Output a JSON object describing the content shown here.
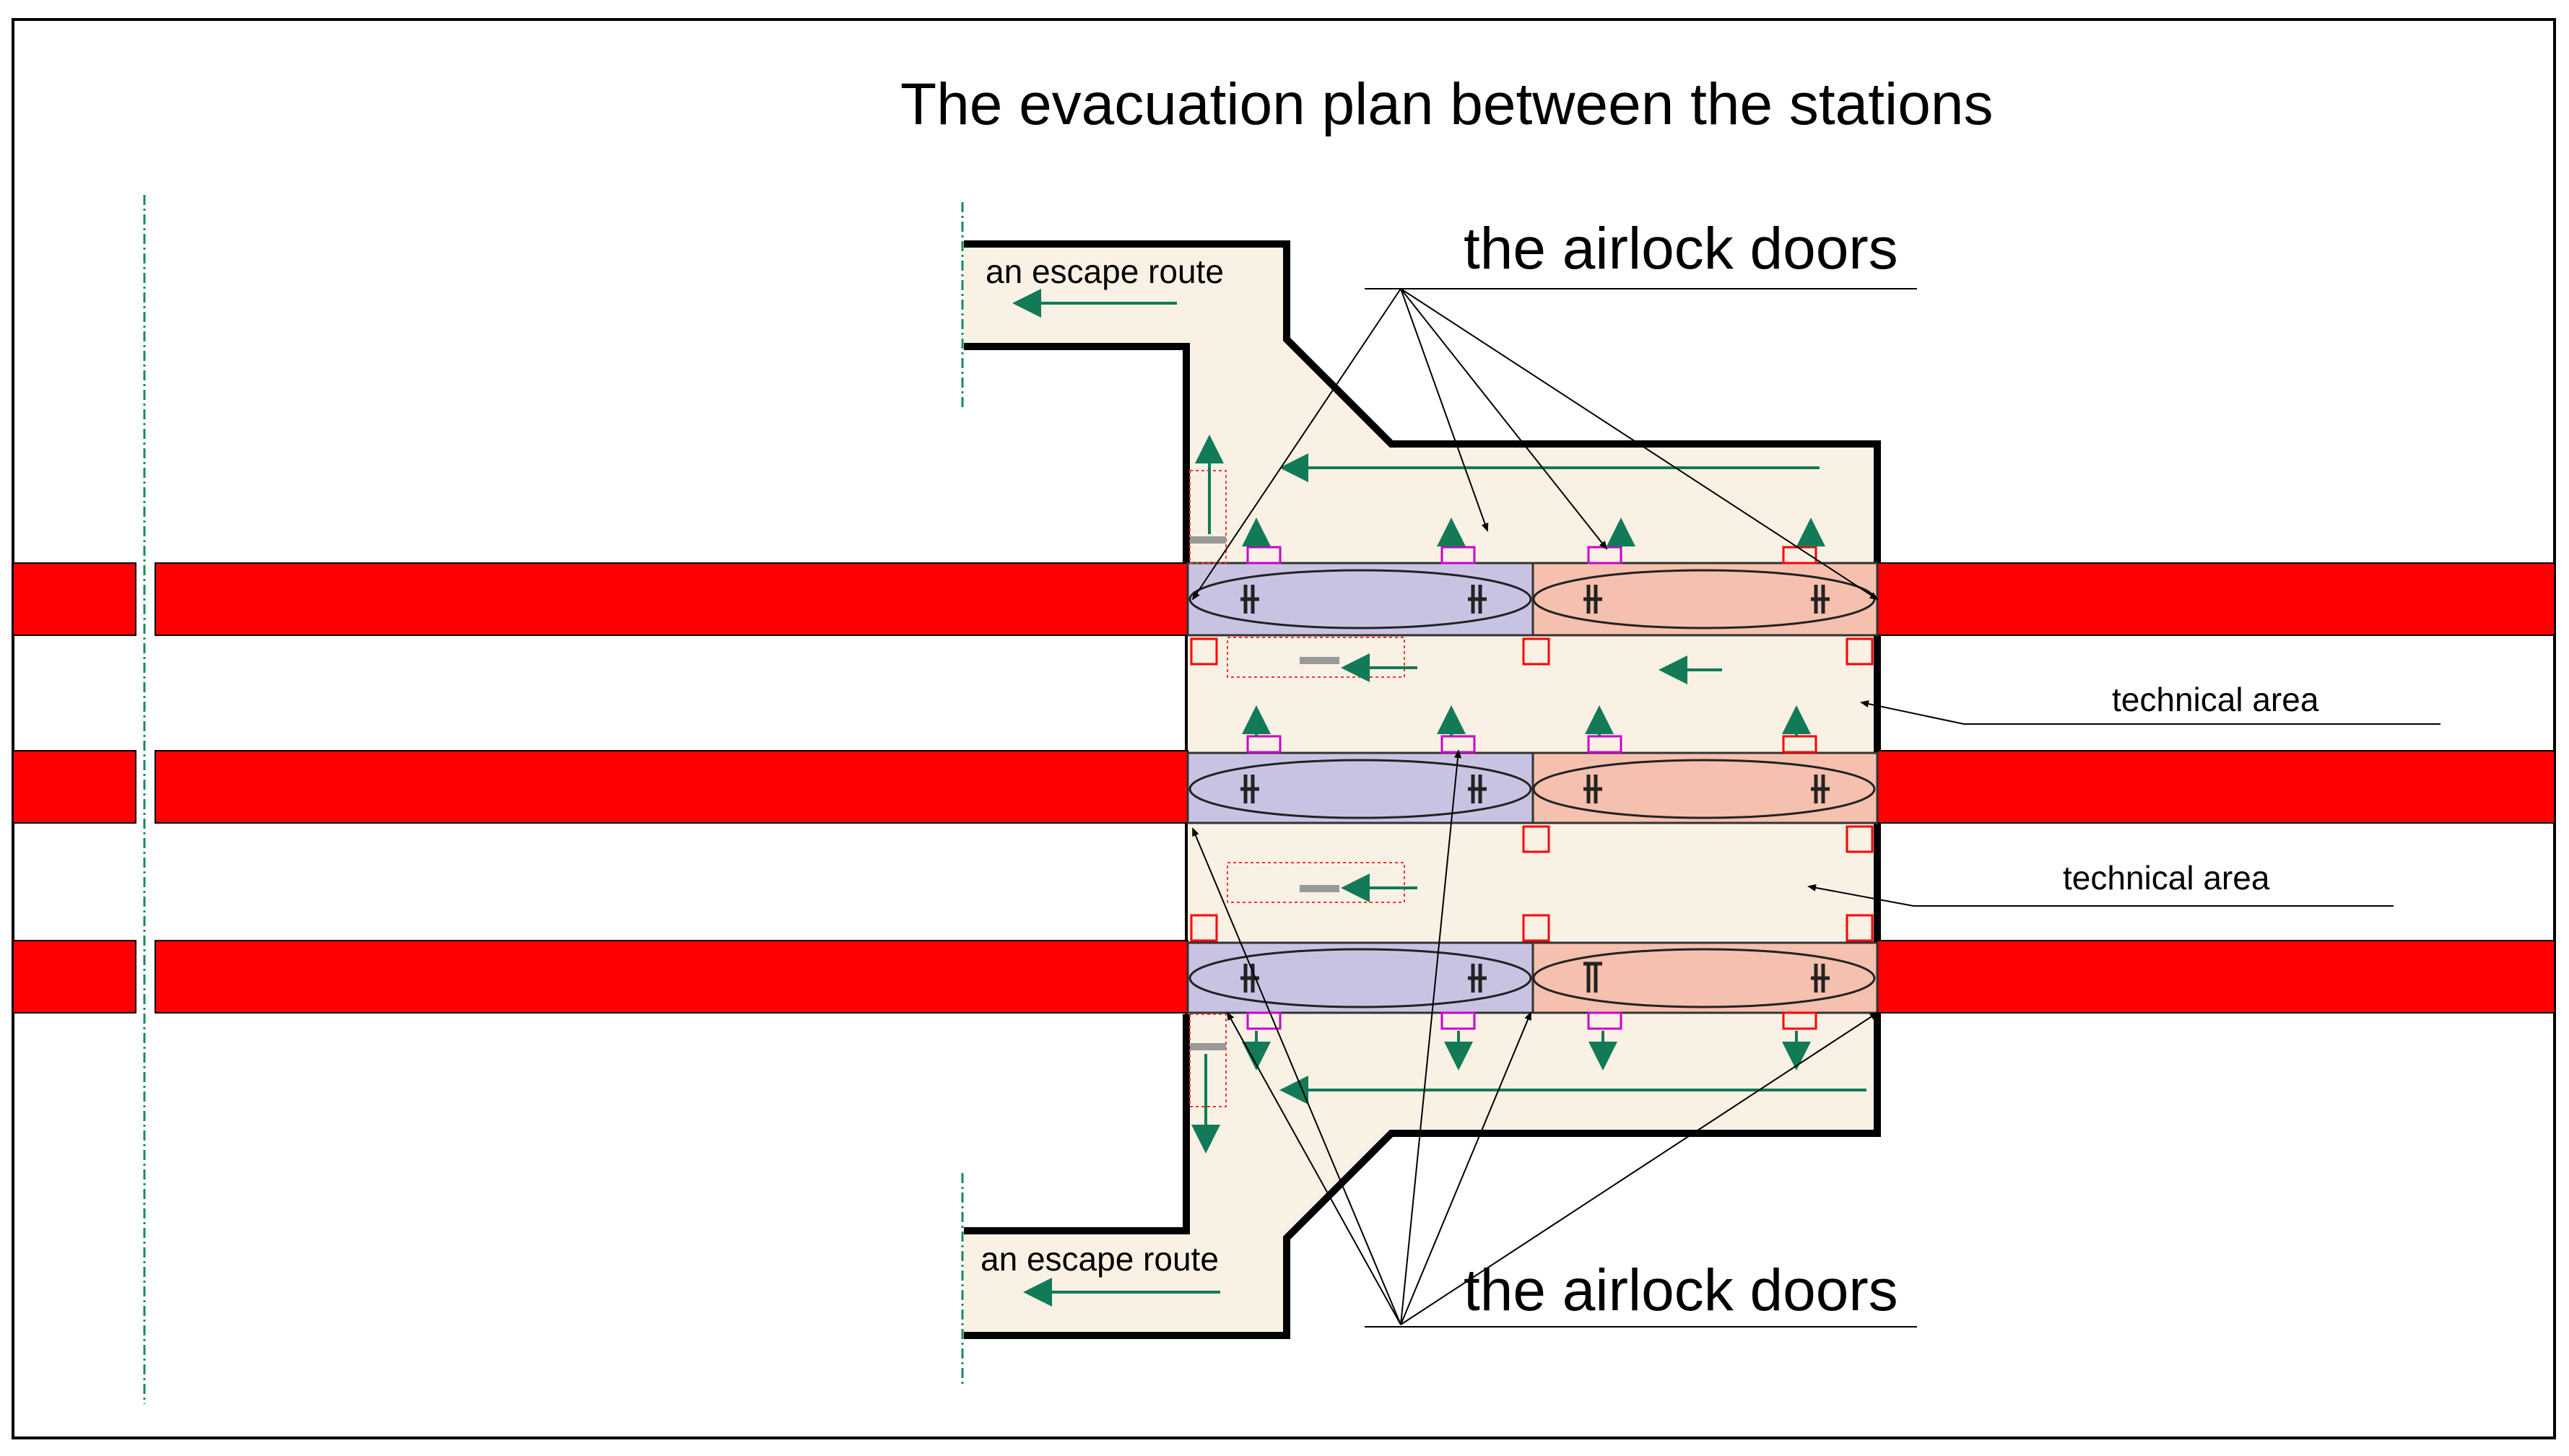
{
  "title": "The evacuation plan between the stations",
  "labels": {
    "airlock_doors_top": "the airlock doors",
    "airlock_doors_bottom": "the airlock doors",
    "escape_route_top": "an escape route",
    "escape_route_bottom": "an escape route",
    "technical_area_1": "technical area",
    "technical_area_2": "technical area"
  },
  "colors": {
    "track": "#ff0000",
    "station_fill": "#f8f1e4",
    "car_blue": "#c9c3e3",
    "car_pink": "#f5c0ae",
    "arrow_green": "#127a57",
    "outline": "#000000",
    "door_magenta": "#cc00cc",
    "dashed_green": "#1a8a5a"
  }
}
